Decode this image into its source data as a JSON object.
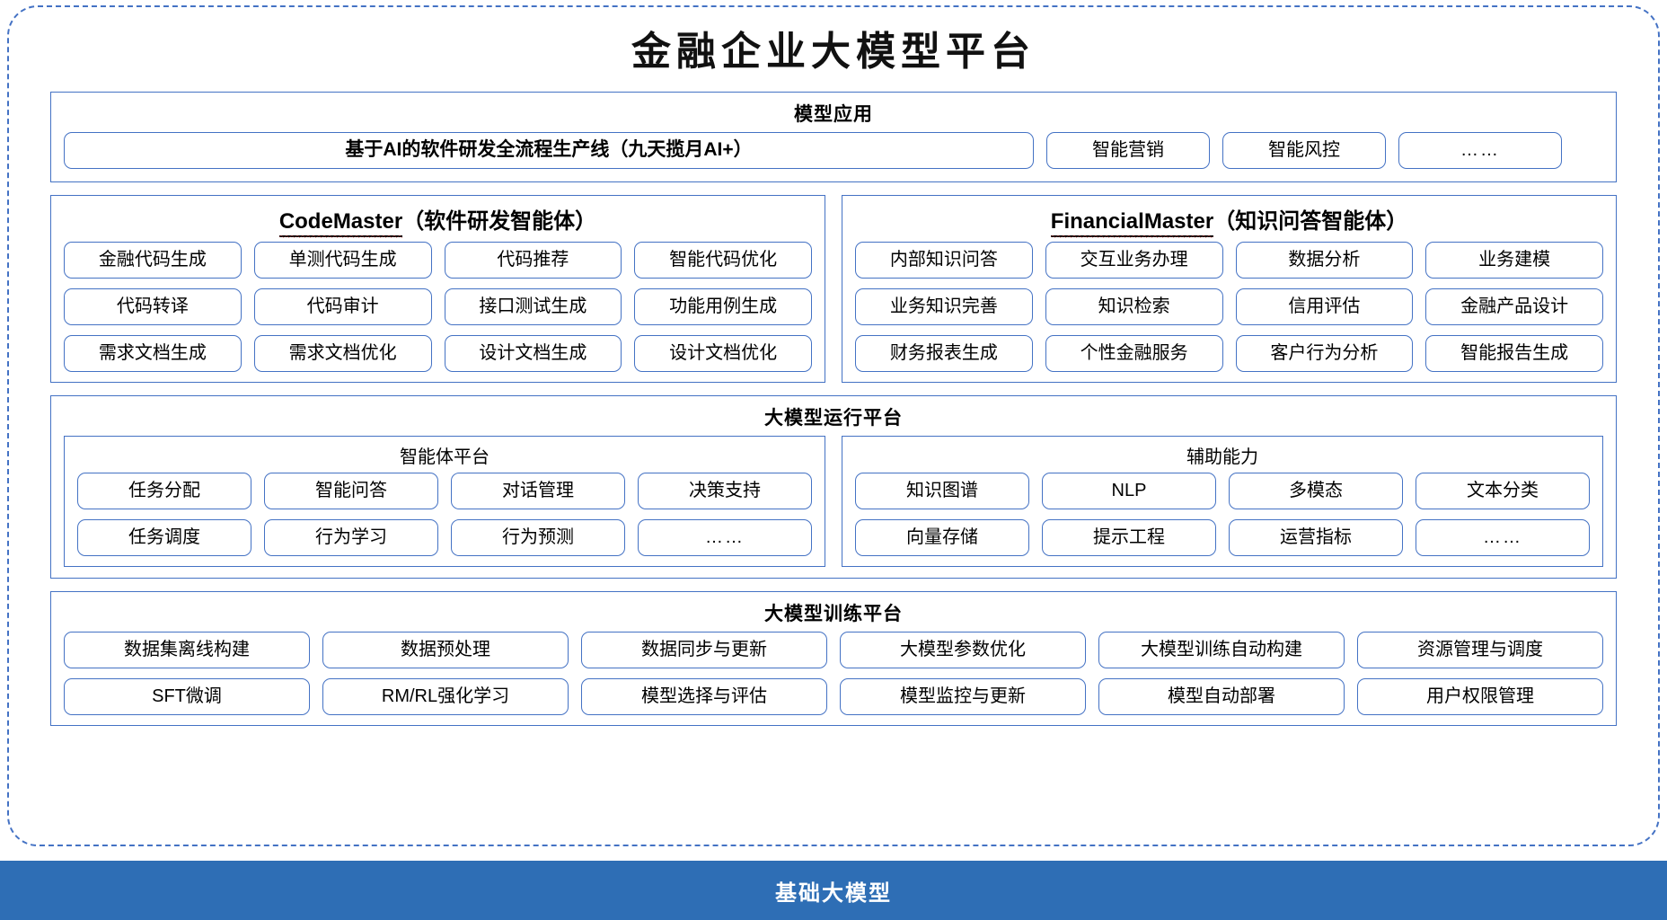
{
  "title": "金融企业大模型平台",
  "app_section": {
    "title": "模型应用",
    "items": [
      "基于AI的软件研发全流程生产线（九天揽月AI+）",
      "智能营销",
      "智能风控",
      "……"
    ]
  },
  "agents": [
    {
      "name": "CodeMaster",
      "suffix": "（软件研发智能体）",
      "rows": [
        [
          "金融代码生成",
          "单测代码生成",
          "代码推荐",
          "智能代码优化"
        ],
        [
          "代码转译",
          "代码审计",
          "接口测试生成",
          "功能用例生成"
        ],
        [
          "需求文档生成",
          "需求文档优化",
          "设计文档生成",
          "设计文档优化"
        ]
      ]
    },
    {
      "name": "FinancialMaster",
      "suffix": "（知识问答智能体）",
      "rows": [
        [
          "内部知识问答",
          "交互业务办理",
          "数据分析",
          "业务建模"
        ],
        [
          "业务知识完善",
          "知识检索",
          "信用评估",
          "金融产品设计"
        ],
        [
          "财务报表生成",
          "个性金融服务",
          "客户行为分析",
          "智能报告生成"
        ]
      ]
    }
  ],
  "runtime_section": {
    "title": "大模型运行平台",
    "subpanels": [
      {
        "title": "智能体平台",
        "rows": [
          [
            "任务分配",
            "智能问答",
            "对话管理",
            "决策支持"
          ],
          [
            "任务调度",
            "行为学习",
            "行为预测",
            "……"
          ]
        ]
      },
      {
        "title": "辅助能力",
        "rows": [
          [
            "知识图谱",
            "NLP",
            "多模态",
            "文本分类"
          ],
          [
            "向量存储",
            "提示工程",
            "运营指标",
            "……"
          ]
        ]
      }
    ]
  },
  "train_section": {
    "title": "大模型训练平台",
    "rows": [
      [
        "数据集离线构建",
        "数据预处理",
        "数据同步与更新",
        "大模型参数优化",
        "大模型训练自动构建",
        "资源管理与调度"
      ],
      [
        "SFT微调",
        "RM/RL强化学习",
        "模型选择与评估",
        "模型监控与更新",
        "模型自动部署",
        "用户权限管理"
      ]
    ]
  },
  "base_bar": {
    "label": "基础大模型",
    "color": "#2E6EB5"
  },
  "colors": {
    "border_blue": "#4472C4",
    "base_blue": "#2E6EB5",
    "spellcheck_red": "#e53935"
  }
}
